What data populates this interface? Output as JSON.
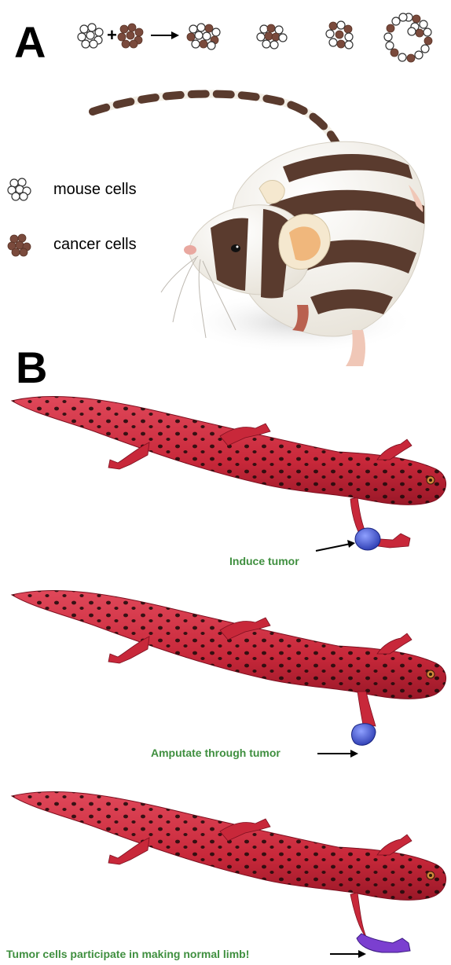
{
  "panel_a": {
    "letter": "A",
    "equation": {
      "plus": "+",
      "arrow": "→"
    },
    "legend": [
      {
        "label": "mouse cells",
        "icon": "mouse-cells-icon"
      },
      {
        "label": "cancer cells",
        "icon": "cancer-cells-icon"
      }
    ]
  },
  "panel_b": {
    "letter": "B",
    "steps": [
      {
        "caption": "Induce tumor"
      },
      {
        "caption": "Amputate through tumor"
      },
      {
        "caption": "Tumor cells participate in making normal limb!"
      }
    ]
  },
  "colors": {
    "cancer_cell": "#7a4a3c",
    "mouse_stripe": "#5a3b2e",
    "salamander_body": "#c8283a",
    "tumor": "#3a4fc0",
    "caption_green": "#3f8f3f"
  }
}
